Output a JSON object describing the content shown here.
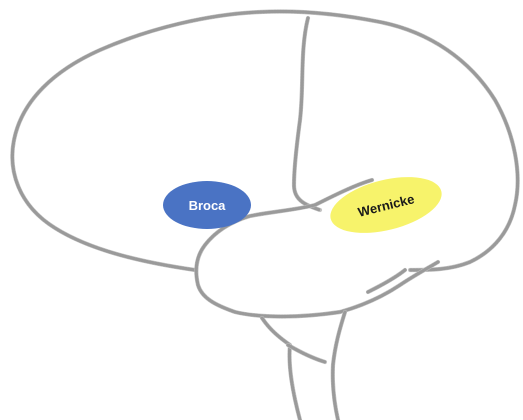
{
  "diagram": {
    "regions": [
      {
        "id": "broca",
        "label": "Broca",
        "fill": "#4a73c4",
        "text_color": "#ffffff"
      },
      {
        "id": "wernicke",
        "label": "Wernicke",
        "fill": "#f7f36b",
        "text_color": "#1a1a1a"
      }
    ],
    "outline_color": "#9a9a9a"
  }
}
